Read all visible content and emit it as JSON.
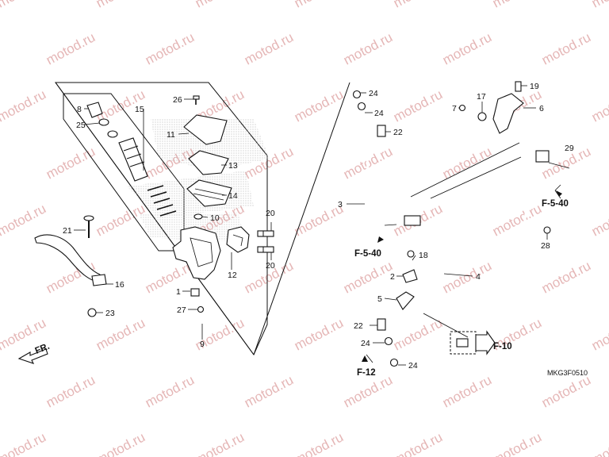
{
  "watermark": {
    "text": "motod.ru",
    "color": "#e5b6b6"
  },
  "diagram_code": "MKG3F0510",
  "front_indicator": "FR.",
  "references": {
    "f540_left": "F-5-40",
    "f540_right": "F-5-40",
    "f10": "F-10",
    "f12": "F-12"
  },
  "callouts": {
    "c1": "1",
    "c2": "2",
    "c3": "3",
    "c4": "4",
    "c5": "5",
    "c6": "6",
    "c7": "7",
    "c8": "8",
    "c9": "9",
    "c10": "10",
    "c11": "11",
    "c12": "12",
    "c13": "13",
    "c14": "14",
    "c15": "15",
    "c16": "16",
    "c17": "17",
    "c18": "18",
    "c19": "19",
    "c20a": "20",
    "c20b": "20",
    "c21": "21",
    "c22a": "22",
    "c22b": "22",
    "c23": "23",
    "c24a": "24",
    "c24b": "24",
    "c24c": "24",
    "c24d": "24",
    "c25": "25",
    "c26": "26",
    "c27": "27",
    "c28": "28",
    "c29": "29"
  }
}
